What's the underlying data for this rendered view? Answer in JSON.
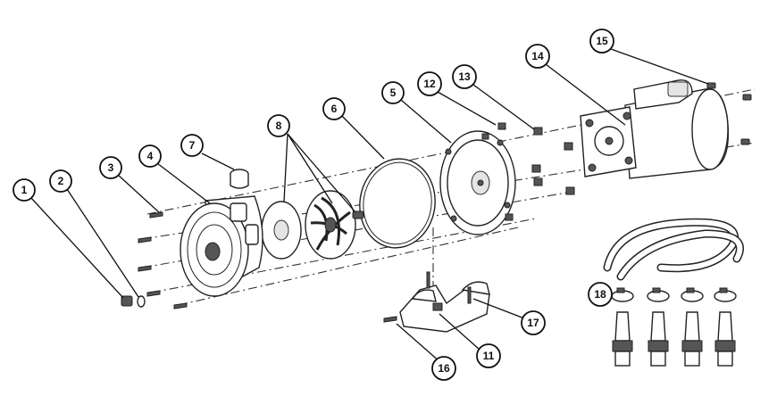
{
  "callouts": [
    {
      "id": "callout-1",
      "label": "1"
    },
    {
      "id": "callout-2",
      "label": "2"
    },
    {
      "id": "callout-3",
      "label": "3"
    },
    {
      "id": "callout-4",
      "label": "4"
    },
    {
      "id": "callout-5",
      "label": "5"
    },
    {
      "id": "callout-6",
      "label": "6"
    },
    {
      "id": "callout-7",
      "label": "7"
    },
    {
      "id": "callout-8",
      "label": "8"
    },
    {
      "id": "callout-11",
      "label": "11"
    },
    {
      "id": "callout-12",
      "label": "12"
    },
    {
      "id": "callout-13",
      "label": "13"
    },
    {
      "id": "callout-14",
      "label": "14"
    },
    {
      "id": "callout-15",
      "label": "15"
    },
    {
      "id": "callout-16",
      "label": "16"
    },
    {
      "id": "callout-17",
      "label": "17"
    },
    {
      "id": "callout-18",
      "label": "18"
    }
  ],
  "colors": {
    "line": "#222222",
    "background": "#ffffff",
    "shade": "#555555"
  }
}
